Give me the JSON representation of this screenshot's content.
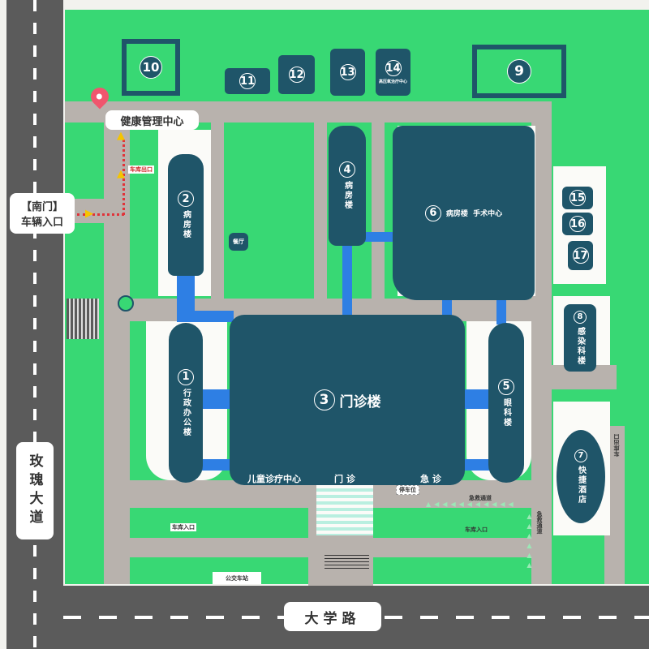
{
  "labels": {
    "south_gate_line1": "【南门】",
    "south_gate_line2": "车辆入口",
    "health_center": "健康管理中心",
    "rose_avenue": "玫瑰大道",
    "university_road": "大学路",
    "garage_exit_left": "车库出口",
    "garage_exit_right": "车库出口",
    "garage_entrance_left": "车库入口",
    "garage_entrance_right": "车库入口",
    "parking": "停车位",
    "emergency_lane_h": "急救通道",
    "emergency_lane_v": "急救通道",
    "bus_stop": "公交车站",
    "pediatric": "儿童诊疗中心",
    "outpatient": "门 诊",
    "emergency": "急 诊"
  },
  "buildings": {
    "b1": {
      "num": "1",
      "name": "行政办公楼"
    },
    "b2": {
      "num": "2",
      "name": "病房楼"
    },
    "b3": {
      "num": "3",
      "name": "门诊楼"
    },
    "b4": {
      "num": "4",
      "name": "病房楼"
    },
    "b5": {
      "num": "5",
      "name": "眼科楼"
    },
    "b6": {
      "num": "6",
      "name": "病房楼  手术中心"
    },
    "b7": {
      "num": "7",
      "name": "快捷酒店"
    },
    "b8": {
      "num": "8",
      "name": "感染科楼"
    },
    "b9": {
      "num": "9"
    },
    "b10": {
      "num": "10"
    },
    "b11": {
      "num": "11"
    },
    "b12": {
      "num": "12"
    },
    "b13": {
      "num": "13"
    },
    "b14": {
      "num": "14",
      "name": "高压氧治疗中心"
    },
    "b15": {
      "num": "15"
    },
    "b16": {
      "num": "16"
    },
    "b17": {
      "num": "17"
    },
    "dining": {
      "name": "餐厅"
    }
  },
  "colors": {
    "building": "#1f5569",
    "green": "#38d874",
    "road": "#b8b2ad",
    "walkway": "#2e7fe4",
    "route": "#e0333a"
  }
}
